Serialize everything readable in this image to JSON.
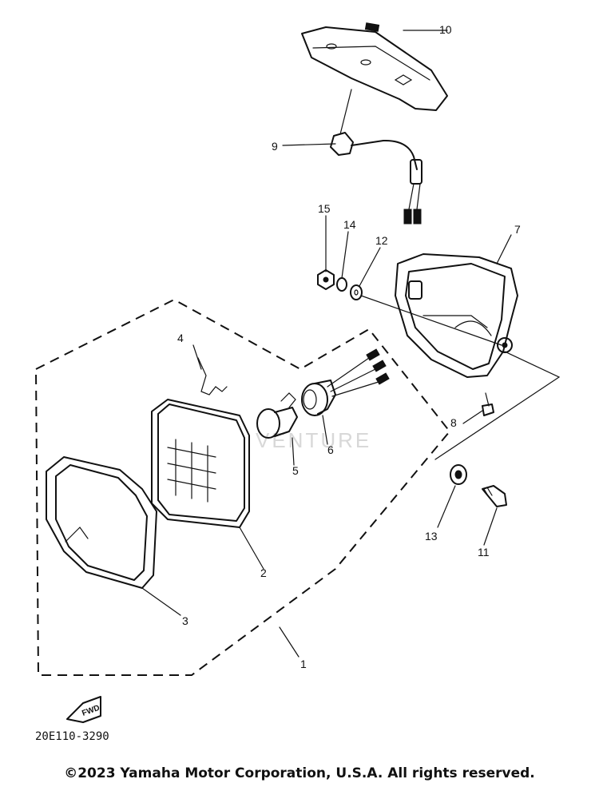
{
  "diagram": {
    "catalog_number": "20E110-3290",
    "front_marker": "FWD",
    "watermark": "VENTURE",
    "copyright": "©2023 Yamaha Motor Corporation, U.S.A. All rights reserved.",
    "callouts": [
      {
        "id": "c1",
        "label": "1"
      },
      {
        "id": "c2",
        "label": "2"
      },
      {
        "id": "c3",
        "label": "3"
      },
      {
        "id": "c4",
        "label": "4"
      },
      {
        "id": "c5",
        "label": "5"
      },
      {
        "id": "c6",
        "label": "6"
      },
      {
        "id": "c7",
        "label": "7"
      },
      {
        "id": "c8",
        "label": "8"
      },
      {
        "id": "c9",
        "label": "9"
      },
      {
        "id": "c10",
        "label": "10"
      },
      {
        "id": "c11",
        "label": "11"
      },
      {
        "id": "c12",
        "label": "12"
      },
      {
        "id": "c13",
        "label": "13"
      },
      {
        "id": "c14",
        "label": "14"
      },
      {
        "id": "c15",
        "label": "15"
      }
    ]
  }
}
